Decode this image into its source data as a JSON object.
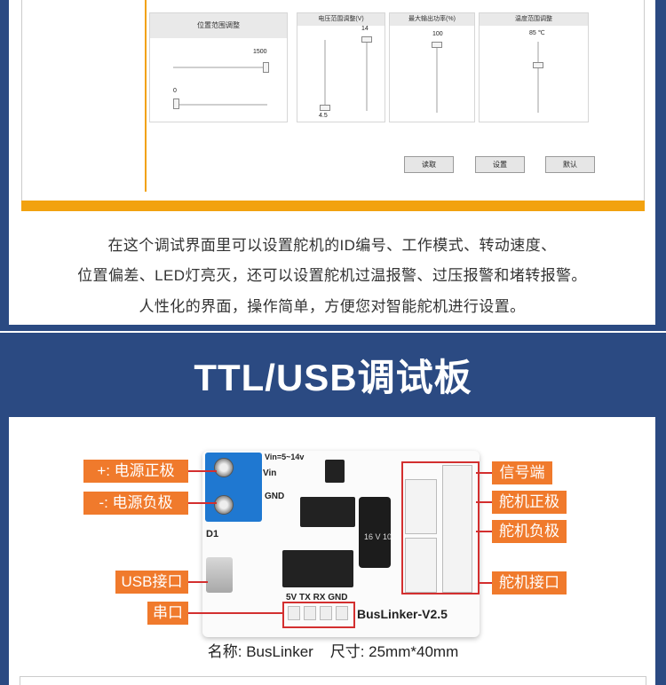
{
  "ui": {
    "pos_group": {
      "title": "位置范围调整",
      "top_value": "1500",
      "bottom_value": "0"
    },
    "voltage_group": {
      "title": "电压范围调整(V)",
      "top_value": "14",
      "bottom_value": "4.5"
    },
    "power_group": {
      "title": "最大输出功率(%)",
      "value": "100"
    },
    "temp_group": {
      "title": "温度范围调整",
      "value": "85 ℃"
    },
    "buttons": {
      "read": "读取",
      "set": "设置",
      "default": "默认"
    }
  },
  "description": {
    "line1": "在这个调试界面里可以设置舵机的ID编号、工作模式、转动速度、",
    "line2": "位置偏差、LED灯亮灭，还可以设置舵机过温报警、过压报警和堵转报警。",
    "line3": "人性化的界面，操作简单，方便您对智能舵机进行设置。"
  },
  "section": {
    "title": "TTL/USB调试板"
  },
  "labels": {
    "power_positive": "+: 电源正极",
    "power_negative": "-: 电源负极",
    "usb": "USB接口",
    "serial": "串口",
    "signal": "信号端",
    "servo_positive": "舵机正极",
    "servo_negative": "舵机负极",
    "servo_port": "舵机接口"
  },
  "board": {
    "vin_label": "Vin=5~14v",
    "vin": "Vin",
    "gnd": "GND",
    "d1": "D1",
    "cap_text": "16 V 10",
    "header_pins": "5V TX RX GND",
    "name_print": "BusLinker-V2.5"
  },
  "caption": {
    "text": "名称: BusLinker    尺寸: 25mm*40mm"
  },
  "colors": {
    "background": "#2b4a82",
    "accent": "#f2a20f",
    "label": "#f07a2c",
    "lead": "#d32f2f"
  }
}
